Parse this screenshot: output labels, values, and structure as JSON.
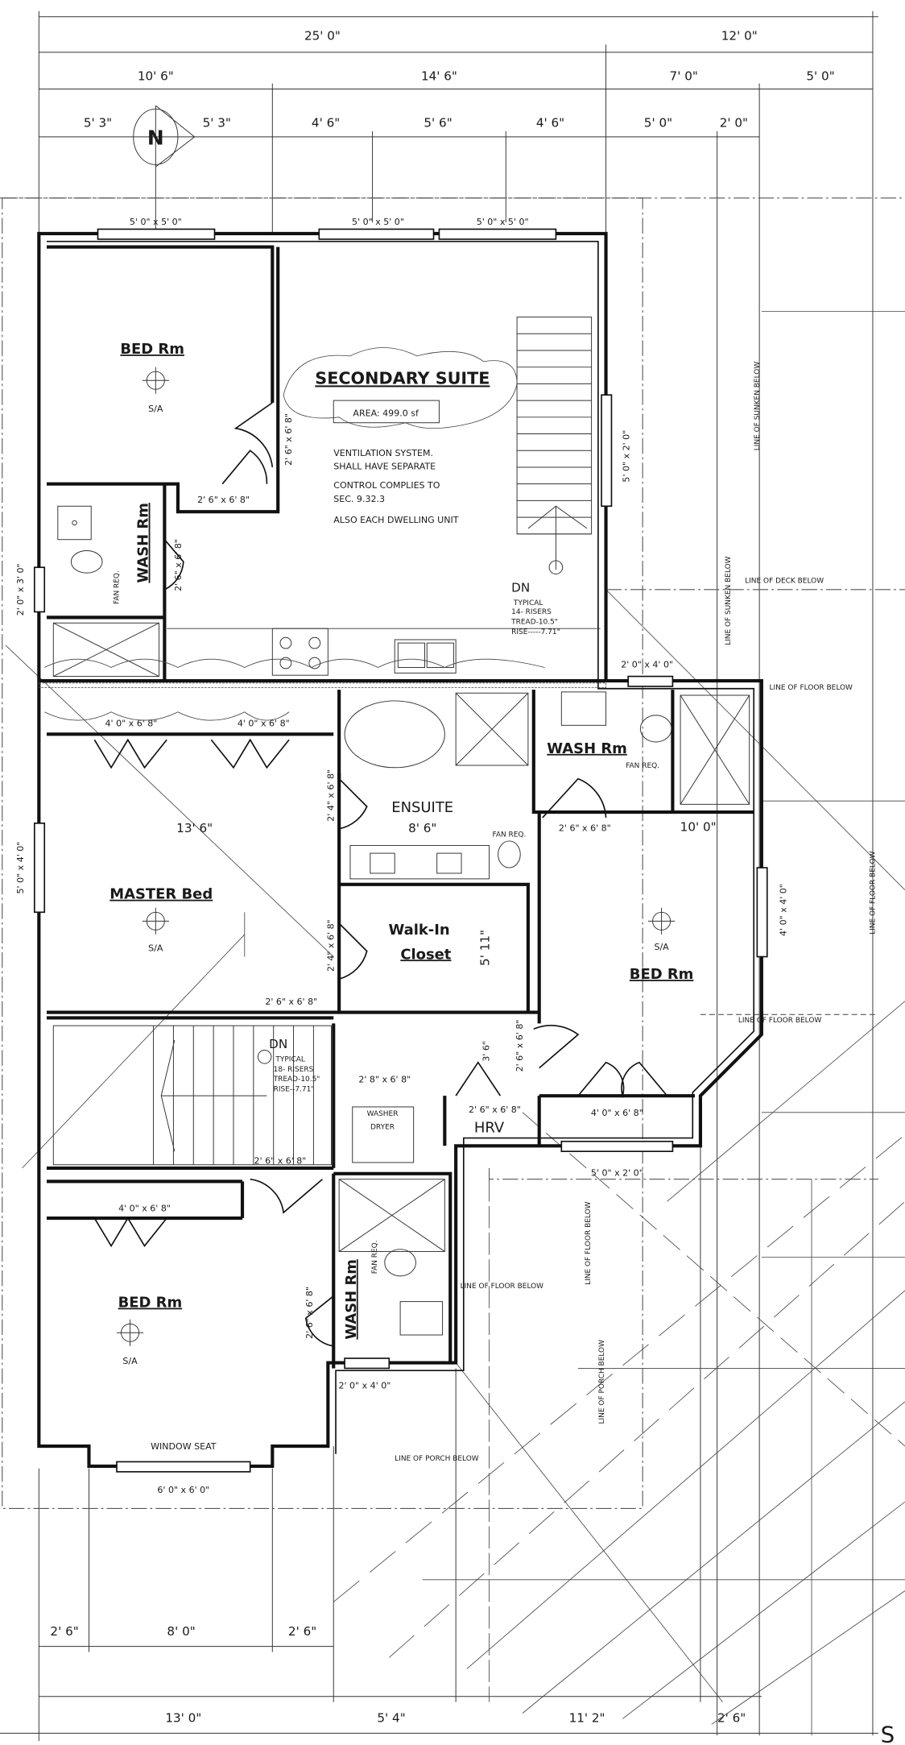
{
  "dimensions": {
    "overall": [
      "25' 0\"",
      "12' 0\""
    ],
    "second_row": [
      "10' 6\"",
      "14' 6\"",
      "7' 0\"",
      "5' 0\""
    ],
    "third_row": [
      "5' 3\"",
      "5' 3\"",
      "4' 6\"",
      "5' 6\"",
      "4' 6\"",
      "5' 0\"",
      "2' 0\""
    ],
    "bottom_row1": [
      "2' 6\"",
      "8' 0\"",
      "2' 6\""
    ],
    "bottom_row2": [
      "13' 0\"",
      "5' 4\"",
      "11' 2\"",
      "2' 6\""
    ]
  },
  "compass": {
    "label": "N"
  },
  "windows": {
    "top1": "5' 0\" x 5' 0\"",
    "top2": "5' 0\" x 5' 0\"",
    "top3": "5' 0\" x 5' 0\"",
    "left1": "2' 0\" x 3' 0\"",
    "left2": "5' 0\" x 4' 0\"",
    "suite_right": "5' 0\" x 2' 0\"",
    "wash_top": "2' 0\" x 4' 0\"",
    "bed_right": "4' 0\" x 4' 0\"",
    "bay": "5' 0\" x 2' 0\"",
    "wash_lower": "2' 0\" x 4' 0\"",
    "window_seat": "6' 0\" x 6' 0\""
  },
  "doors": {
    "suite_bed": "2' 6\" x 6' 8\"",
    "suite_closet": "2' 6\" x 6' 8\"",
    "suite_wash": "2' 6\" x 6' 8\"",
    "master_closet1": "4' 0\" x 6' 8\"",
    "master_closet2": "4' 0\" x 6' 8\"",
    "ensuite": "2' 4\" x 6' 8\"",
    "walkin": "2' 4\" x 6' 8\"",
    "master": "2' 6\" x 6' 8\"",
    "wash_bed": "2' 6\" x 6' 8\"",
    "laundry": "2' 8\" x 6' 8\"",
    "hrv_side": "3' 6\"",
    "hall": "2' 6\" x 6' 8\"",
    "hrv": "2' 6\" x 6' 8\"",
    "bed_closet": "4' 0\" x 6' 8\"",
    "lower_bed": "2' 6\" x 6' 8\"",
    "lower_closet": "4' 0\" x 6' 8\"",
    "lower_wash": "2' 6\" x 6' 8\""
  },
  "rooms": {
    "bed1": {
      "name": "BED Rm",
      "tag": "S/A"
    },
    "suite": {
      "name": "SECONDARY SUITE",
      "area": "AREA:  499.0 sf",
      "notes": [
        "VENTILATION SYSTEM.",
        "SHALL HAVE SEPARATE",
        "CONTROL COMPLIES TO",
        "SEC. 9.32.3",
        "ALSO EACH DWELLING UNIT"
      ]
    },
    "wash1": {
      "name": "WASH Rm",
      "fan": "FAN REQ."
    },
    "wash2": {
      "name": "WASH Rm",
      "fan": "FAN REQ."
    },
    "ensuite": {
      "name": "ENSUITE",
      "dim": "8' 6\"",
      "fan": "FAN REQ."
    },
    "master": {
      "name": "MASTER Bed",
      "dim": "13' 6\"",
      "tag": "S/A"
    },
    "walkin": {
      "name1": "Walk-In",
      "name2": "Closet",
      "dim": "5' 11\""
    },
    "bed2": {
      "name": "BED Rm",
      "dim": "10' 0\"",
      "tag": "S/A"
    },
    "laundry": {
      "l1": "WASHER",
      "l2": "DRYER"
    },
    "hrv": {
      "name": "HRV"
    },
    "wash3": {
      "name": "WASH Rm",
      "fan": "FAN REQ."
    },
    "bed3": {
      "name": "BED Rm",
      "tag": "S/A",
      "seat": "WINDOW SEAT"
    }
  },
  "stairs": {
    "upper": {
      "dir": "DN",
      "lines": [
        "TYPICAL",
        "14- RISERS",
        "TREAD-10.5\"",
        "RISE-----7.71\""
      ]
    },
    "lower": {
      "dir": "DN",
      "lines": [
        "TYPICAL",
        "18- RISERS",
        "TREAD-10.5\"",
        "RISE--7.71\""
      ]
    }
  },
  "below_lines": {
    "sunken1": "LINE OF SUNKEN BELOW",
    "sunken2": "LINE OF SUNKEN BELOW",
    "deck": "LINE OF DECK BELOW",
    "floor1": "LINE OF FLOOR BELOW",
    "floor2": "LINE OF FLOOR BELOW",
    "floor3": "LINE OF FLOOR BELOW",
    "floor4": "LINE OF FLOOR BELOW",
    "floor5": "LINE OF FLOOR BELOW",
    "porch1": "LINE OF PORCH BELOW",
    "porch2": "LINE OF PORCH BELOW"
  },
  "edge_text": "S"
}
